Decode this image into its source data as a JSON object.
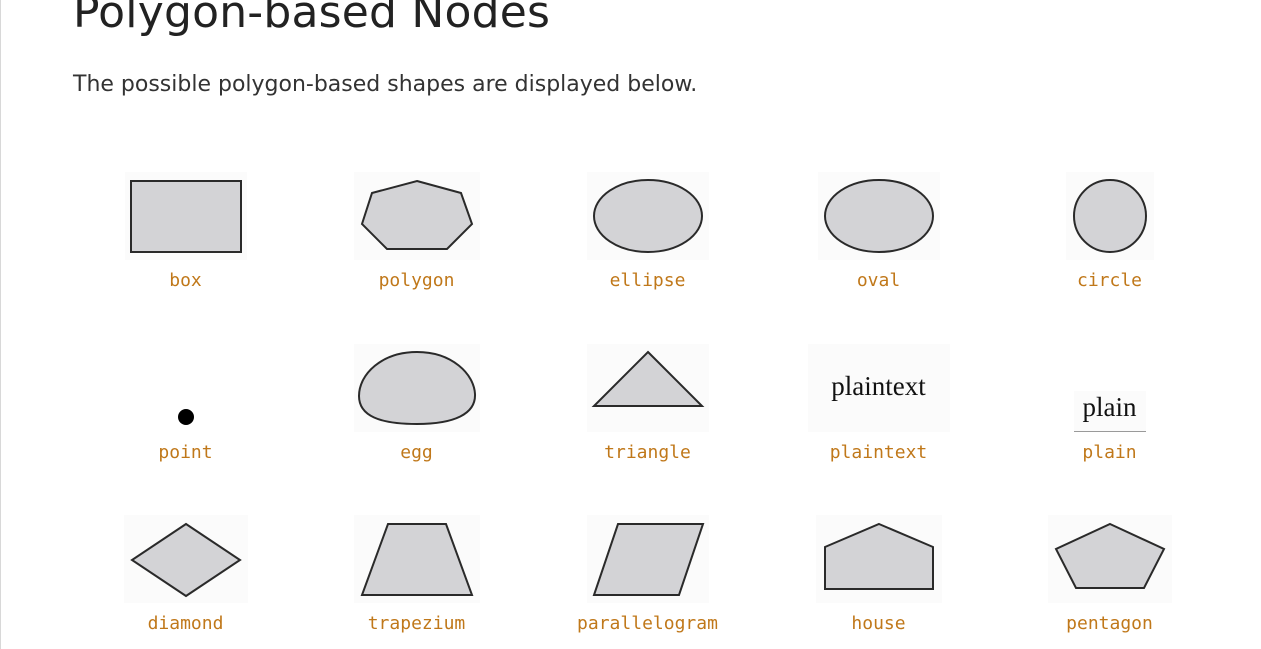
{
  "header": {
    "title": "Polygon-based Nodes",
    "intro": "The possible polygon-based shapes are displayed below."
  },
  "colors": {
    "shape_fill": "#d3d3d6",
    "shape_stroke": "#2a2a2a",
    "label": "#c0781a",
    "heading": "#222222"
  },
  "shapes": {
    "box": {
      "label": "box",
      "icon": "box-shape-icon"
    },
    "polygon": {
      "label": "polygon",
      "icon": "polygon-shape-icon"
    },
    "ellipse": {
      "label": "ellipse",
      "icon": "ellipse-shape-icon"
    },
    "oval": {
      "label": "oval",
      "icon": "oval-shape-icon"
    },
    "circle": {
      "label": "circle",
      "icon": "circle-shape-icon"
    },
    "point": {
      "label": "point",
      "icon": "point-shape-icon"
    },
    "egg": {
      "label": "egg",
      "icon": "egg-shape-icon"
    },
    "triangle": {
      "label": "triangle",
      "icon": "triangle-shape-icon"
    },
    "plaintext": {
      "label": "plaintext",
      "icon": "plaintext-shape-icon",
      "sample_text": "plaintext"
    },
    "plain": {
      "label": "plain",
      "icon": "plain-shape-icon",
      "sample_text": "plain"
    },
    "diamond": {
      "label": "diamond",
      "icon": "diamond-shape-icon"
    },
    "trapezium": {
      "label": "trapezium",
      "icon": "trapezium-shape-icon"
    },
    "parallelogram": {
      "label": "parallelogram",
      "icon": "parallelogram-shape-icon"
    },
    "house": {
      "label": "house",
      "icon": "house-shape-icon"
    },
    "pentagon": {
      "label": "pentagon",
      "icon": "pentagon-shape-icon"
    }
  }
}
